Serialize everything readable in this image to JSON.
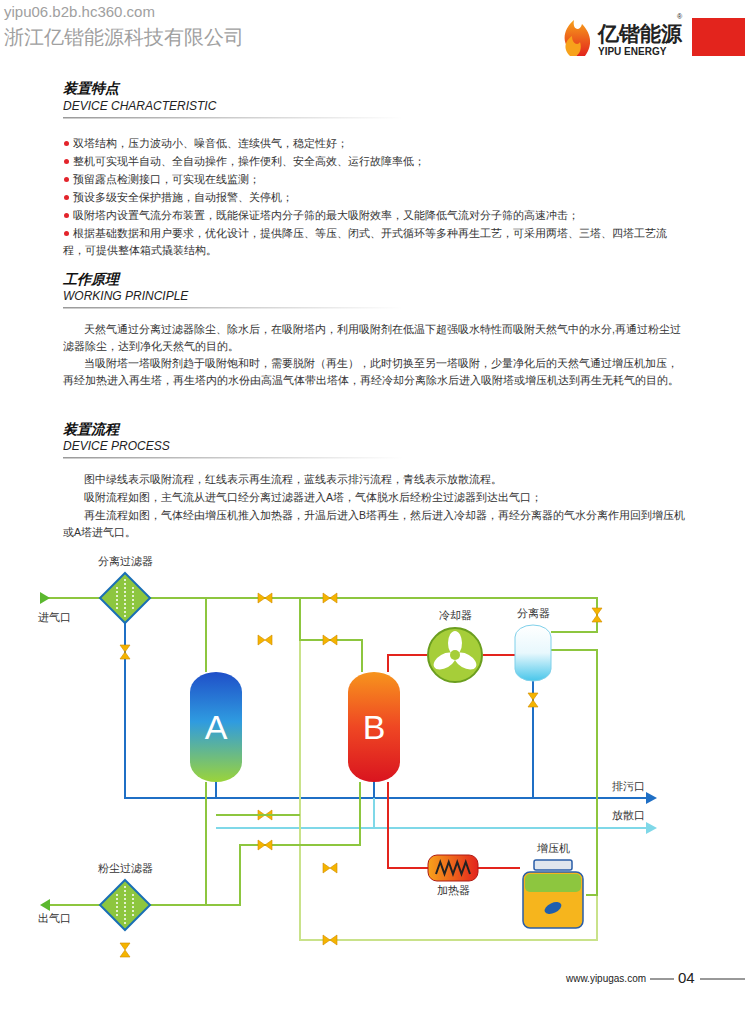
{
  "diagram": {
    "nodes": [
      {
        "text": [
          "分离过滤器"
        ]
      },
      {
        "text": [
          "冷却器"
        ]
      },
      {
        "text": [
          "分离器"
        ]
      },
      {
        "text": [
          "A"
        ]
      },
      {
        "text": [
          "B"
        ]
      },
      {
        "text": [
          "粉尘过滤器"
        ]
      },
      {
        "text": [
          "加热器"
        ]
      },
      {
        "text": [
          "增压机"
        ]
      }
    ],
    "edges": [
      {
        "from": 0,
        "to": 3,
        "arrow": "none"
      },
      {
        "from": 0,
        "to": 4,
        "arrow": "none"
      },
      {
        "from": 3,
        "to": 5,
        "arrow": "none"
      },
      {
        "from": 4,
        "to": 5,
        "arrow": "none"
      },
      {
        "from": 7,
        "to": 6,
        "arrow": "none"
      },
      {
        "from": 6,
        "to": 4,
        "arrow": "none"
      },
      {
        "from": 4,
        "to": 1,
        "arrow": "none"
      },
      {
        "from": 1,
        "to": 2,
        "arrow": "none"
      },
      {
        "from": 2,
        "to": 7,
        "arrow": "none"
      },
      {
        "from": 2,
        "to": 3,
        "arrow": "none"
      }
    ],
    "labels": [
      "yipu06.b2b.hc360.com",
      "浙江亿锴能源科技有限公司",
      "亿锴能源",
      "YIPU ENERGY",
      "®",
      "装置特点",
      "DEVICE CHARACTERISTIC",
      "双塔结构，压力波动小、噪音低、连续供气，稳定性好；",
      "整机可实现半自动、全自动操作，操作便利、安全高效、运行故障率低；",
      "预留露点检测接口，可实现在线监测；",
      "预设多级安全保护措施，自动报警、关停机；",
      "吸附塔内设置气流分布装置，既能保证塔内分子筛的最大吸附效率，又能降低气流对分子筛的高速冲击；",
      "根据基础数据和用户要求，优化设计，提供降压、等压、闭式、开式循环等多种再生工艺，可采用两塔、三塔、四塔工艺流程，可提供整体箱式撬装结构。",
      "工作原理",
      "WORKING PRINCIPLE",
      "天然气通过分离过滤器除尘、除水后，在吸附塔内，利用吸附剂在低温下超强吸水特性而吸附天然气中的水分,再通过粉尘过滤器除尘，达到净化天然气的目的。",
      "当吸附塔一塔吸附剂趋于吸附饱和时，需要脱附（再生），此时切换至另一塔吸附，少量净化后的天然气通过增压机加压，再经加热进入再生塔，再生塔内的水份由高温气体带出塔体，再经冷却分离除水后进入吸附塔或增压机达到再生无耗气的目的。",
      "装置流程",
      "DEVICE PROCESS",
      "图中绿线表示吸附流程，红线表示再生流程，蓝线表示排污流程，青线表示放散流程。",
      "吸附流程如图，主气流从进气口经分离过滤器进入A塔，气体脱水后经粉尘过滤器到达出气口；",
      "再生流程如图，气体经由增压机推入加热器，升温后进入B塔再生，然后进入冷却器，再经分离器的气水分离作用回到增压机或A塔进气口。",
      "进气口",
      "排污口",
      "放散口",
      "出气口",
      "www.yipugas.com",
      "04"
    ]
  }
}
